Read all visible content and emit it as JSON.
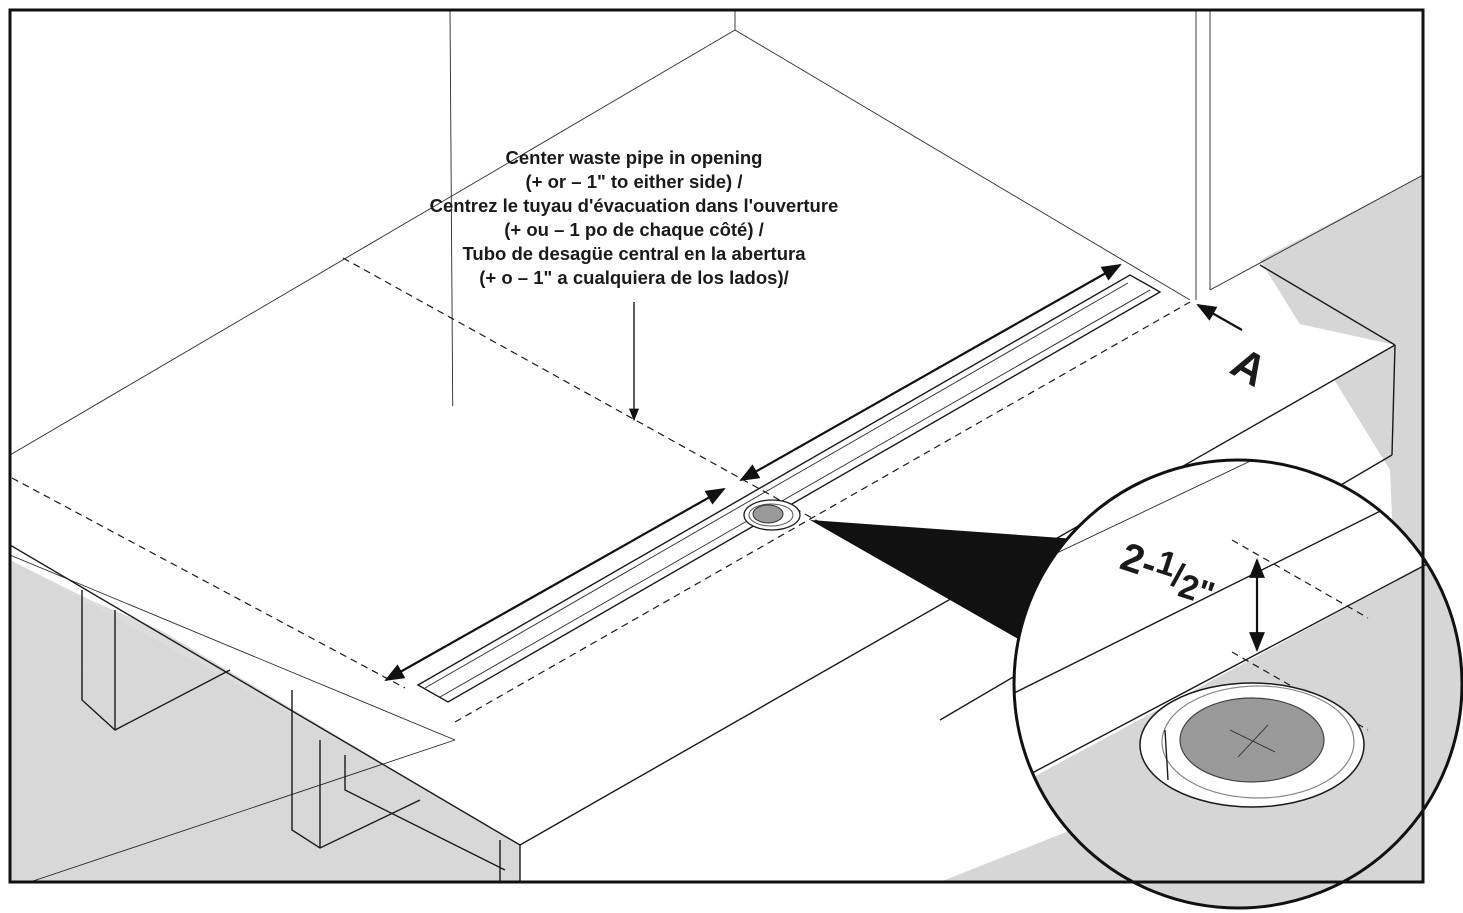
{
  "callout": {
    "lines": [
      "Center waste pipe in opening",
      "(+ or – 1\" to either side) /",
      "Centrez le tuyau d'évacuation dans l'ouverture",
      "(+ ou – 1 po de chaque côté) /",
      "Tubo de desagüe central en la abertura",
      "(+ o – 1\" a cualquiera de los lados)/"
    ]
  },
  "detail_label": "A",
  "dimension": {
    "parts": [
      "2-",
      "1",
      "/",
      "2\""
    ]
  },
  "colors": {
    "floor_gray": "#d6d6d6",
    "drain_gray": "#9a9a9a",
    "line": "#1a1a1a"
  }
}
